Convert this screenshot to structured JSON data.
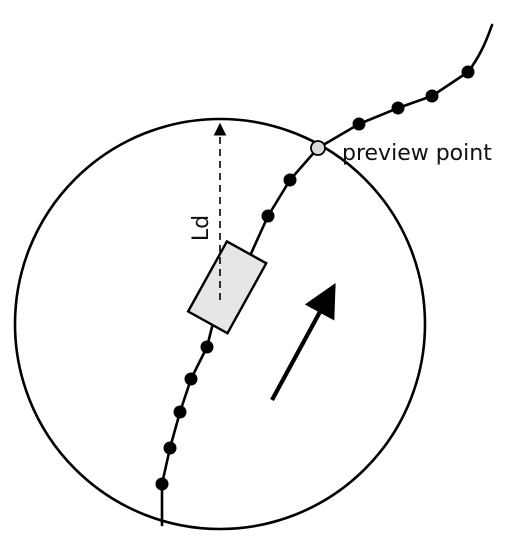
{
  "labels": {
    "preview_point": "preview point",
    "lookahead_distance": "Ld"
  },
  "colors": {
    "stroke": "#000000",
    "vehicle_fill": "#e6e6e6",
    "preview_point_fill": "#d9d9d9",
    "background": "#ffffff"
  },
  "elements": {
    "lookahead_circle": "circle",
    "path": "curve",
    "waypoints": "filled-dots",
    "vehicle": "rectangle",
    "heading_arrow": "arrow",
    "lookahead_radius": "dashed-arrow",
    "preview_point": "open-dot"
  }
}
